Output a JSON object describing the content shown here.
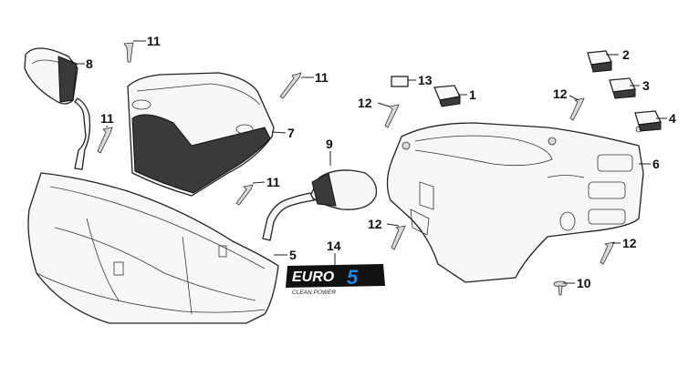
{
  "diagram": {
    "parts": [
      {
        "id": "part-1",
        "label": "1"
      },
      {
        "id": "part-2",
        "label": "2"
      },
      {
        "id": "part-3",
        "label": "3"
      },
      {
        "id": "part-4",
        "label": "4"
      },
      {
        "id": "part-5",
        "label": "5"
      },
      {
        "id": "part-6",
        "label": "6"
      },
      {
        "id": "part-7",
        "label": "7"
      },
      {
        "id": "part-8",
        "label": "8"
      },
      {
        "id": "part-9",
        "label": "9"
      },
      {
        "id": "part-10",
        "label": "10"
      },
      {
        "id": "part-11a",
        "label": "11"
      },
      {
        "id": "part-11b",
        "label": "11"
      },
      {
        "id": "part-11c",
        "label": "11"
      },
      {
        "id": "part-11d",
        "label": "11"
      },
      {
        "id": "part-12a",
        "label": "12"
      },
      {
        "id": "part-12b",
        "label": "12"
      },
      {
        "id": "part-12c",
        "label": "12"
      },
      {
        "id": "part-13",
        "label": "13"
      },
      {
        "id": "part-14",
        "label": "14"
      }
    ],
    "logo": {
      "main_text": "EURO",
      "number": "5",
      "sub_text": "CLEAN POWER",
      "colors": {
        "dark": "#111111",
        "accent": "#1e88e5"
      }
    }
  }
}
